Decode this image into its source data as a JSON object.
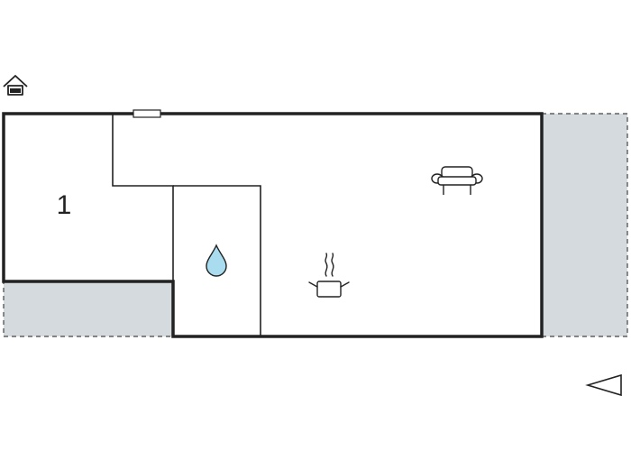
{
  "floorplan": {
    "rooms": [
      {
        "type": "bedroom",
        "label": "1"
      },
      {
        "type": "bathroom",
        "icon": "water-drop-icon"
      },
      {
        "type": "living-kitchen",
        "icons": [
          "sofa-icon",
          "cooking-pot-icon"
        ]
      }
    ],
    "terraces": [
      "terrace-bottom-left",
      "terrace-right"
    ],
    "entrance_icon": "house-entrance-icon",
    "compass_icon": "north-arrow-icon",
    "colors": {
      "wall": "#222222",
      "terrace_fill": "#d4dadd",
      "terrace_edge": "#444444",
      "water": "#a9dcef",
      "background": "#ffffff"
    }
  }
}
